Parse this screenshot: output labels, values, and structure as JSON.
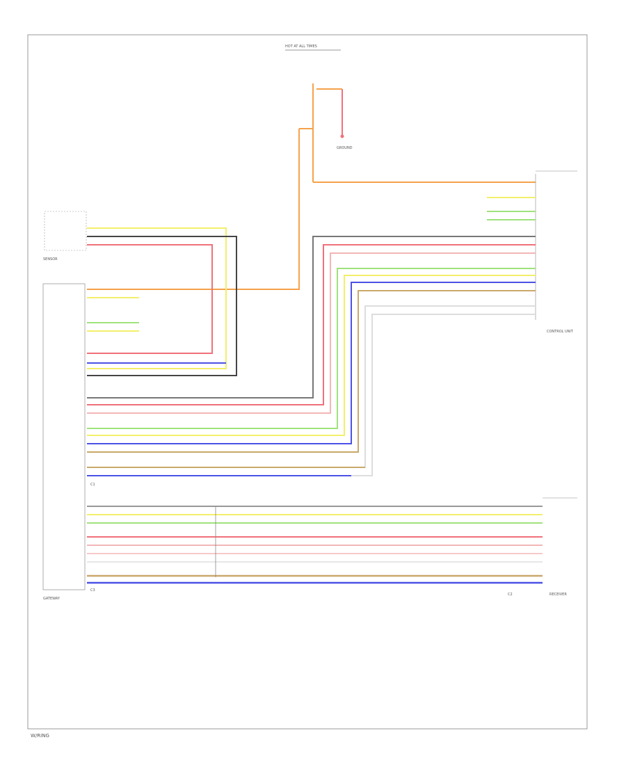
{
  "colors": {
    "orange": "#f5a14a",
    "yellow": "#f2ef6a",
    "green": "#9fe27c",
    "red": "#f0707a",
    "pink": "#f3b5b5",
    "white": "#dddddd",
    "brown": "#caa86a",
    "blue": "#4b52e6",
    "gray": "#777777",
    "dark": "#444444",
    "frame": "#999999"
  },
  "labels": {
    "footer_code": "W/RING",
    "fuse_box": "HOT AT ALL TIMES",
    "ground": "GROUND",
    "sensor": "SENSOR",
    "gateway": "GATEWAY",
    "receiver": "RECEIVER",
    "control_unit": "CONTROL UNIT",
    "connector_a": "C1",
    "connector_b": "C2",
    "connector_c": "C3"
  }
}
